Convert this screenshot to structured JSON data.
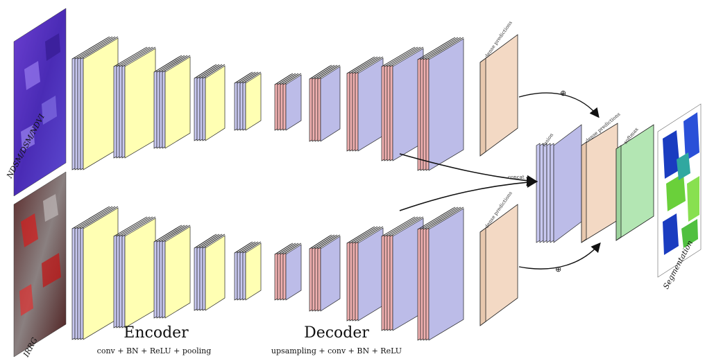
{
  "input_labels": {
    "top": "NDSM/DSM/NDVI",
    "bottom": "IRRG",
    "output": "Segmentation"
  },
  "section_labels": {
    "encoder": "Encoder",
    "encoder_ops": "conv + BN + ReLU + pooling",
    "decoder": "Decoder",
    "decoder_ops": "upsampling + conv + BN + ReLU"
  },
  "layer_labels": {
    "dense_predictions": "dense predictions",
    "concat": "concat",
    "fusion": "fusion",
    "fusion_dense_predictions": "dense predictions",
    "softmax": "softmax"
  },
  "operators": {
    "sum": "⊕"
  },
  "colors": {
    "encoder_block": "#ffffb3",
    "decoder_block": "#bcbce8",
    "stripe": "#c8c8f0",
    "upsample_stripe": "#f0b0b0",
    "prediction": "#f3d9c4",
    "softmax": "#b3e6b3",
    "top_input": "#5a3fc0",
    "bottom_input": "#7a3030"
  }
}
